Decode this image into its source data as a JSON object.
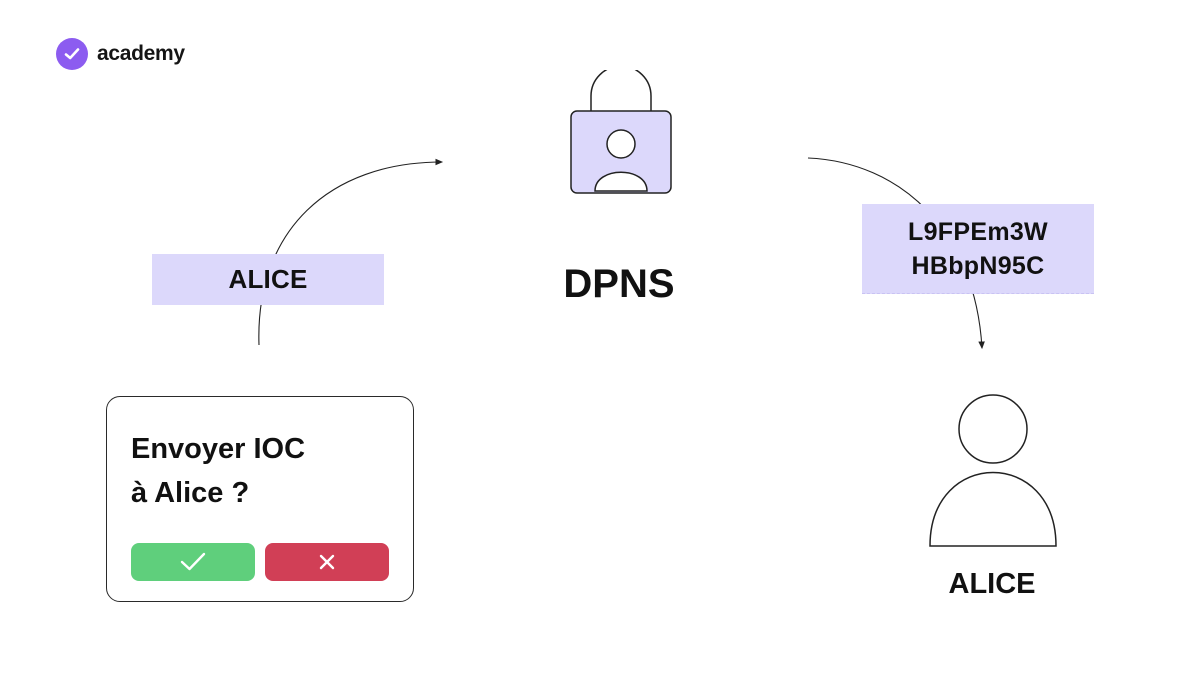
{
  "brand": {
    "name": "academy",
    "logo_icon": "check-badge-icon",
    "color": "#8c5cf0"
  },
  "diagram": {
    "request_label": "ALICE",
    "service_label": "DPNS",
    "service_icon": "lock-user-icon",
    "response_label": [
      "L9FPEm3W",
      "HBbpN95C"
    ],
    "recipient_label": "ALICE",
    "recipient_icon": "user-icon",
    "accent_color": "#dcd8fb"
  },
  "dialog": {
    "title_line1": "Envoyer IOC",
    "title_line2": "à Alice ?",
    "confirm_icon": "check-icon",
    "confirm_color": "#5fcf7c",
    "cancel_icon": "close-icon",
    "cancel_color": "#d13f56"
  }
}
